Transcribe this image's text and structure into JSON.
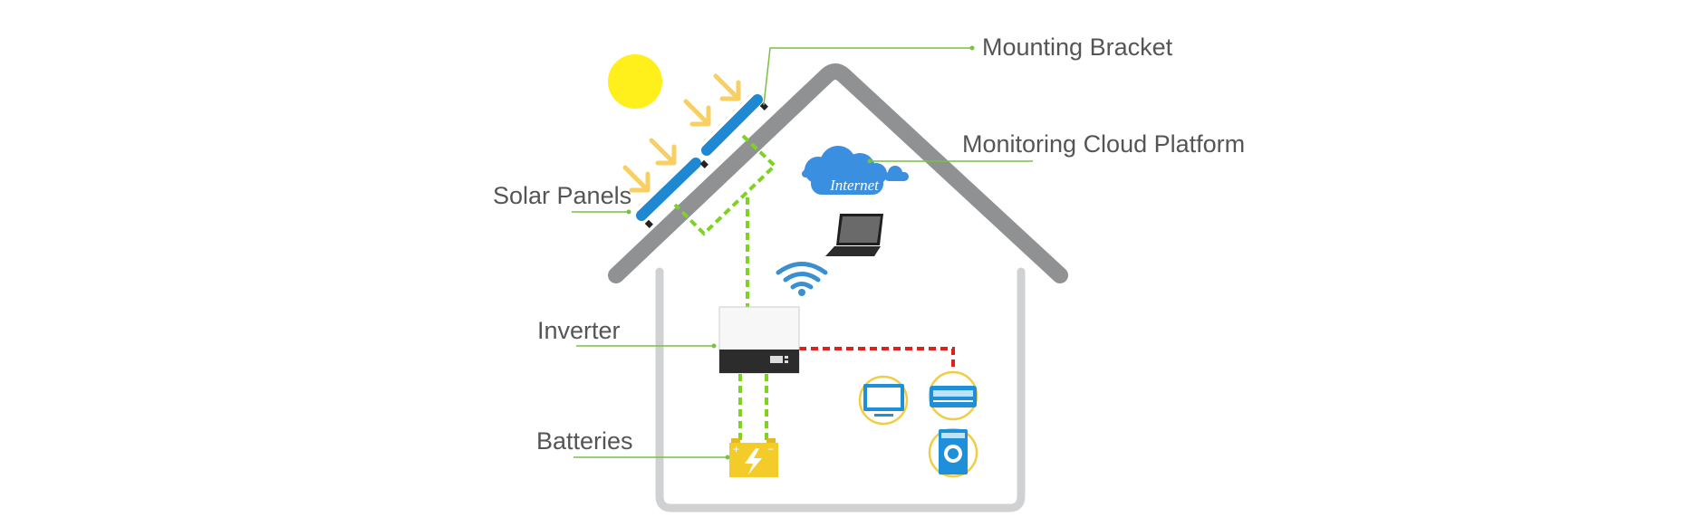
{
  "labels": {
    "mounting_bracket": "Mounting Bracket",
    "monitoring_cloud": "Monitoring Cloud Platform",
    "solar_panels": "Solar Panels",
    "inverter": "Inverter",
    "batteries": "Batteries"
  },
  "cloud": {
    "text": "Internet"
  },
  "icons": {
    "sun": "sun-icon",
    "arrows": "sunlight-arrow-icon",
    "cloud": "cloud-icon",
    "laptop": "laptop-icon",
    "wifi": "wifi-icon",
    "inverter": "inverter-icon",
    "battery": "battery-icon",
    "tv": "tv-icon",
    "ac": "air-conditioner-icon",
    "washer": "washing-machine-icon"
  },
  "colors": {
    "roof": "#8f9193",
    "house": "#cfd1d3",
    "panel": "#1e88d3",
    "sun": "#ffef1a",
    "arrow": "#f7cf63",
    "callout_line": "#79c142",
    "dc_line": "#7ed321",
    "ac_line": "#e0211b",
    "cloud": "#3b8fe0",
    "appliance_ring": "#f0cd45",
    "appliance": "#1e90d9",
    "battery": "#f3cc2a",
    "text": "#555555"
  }
}
